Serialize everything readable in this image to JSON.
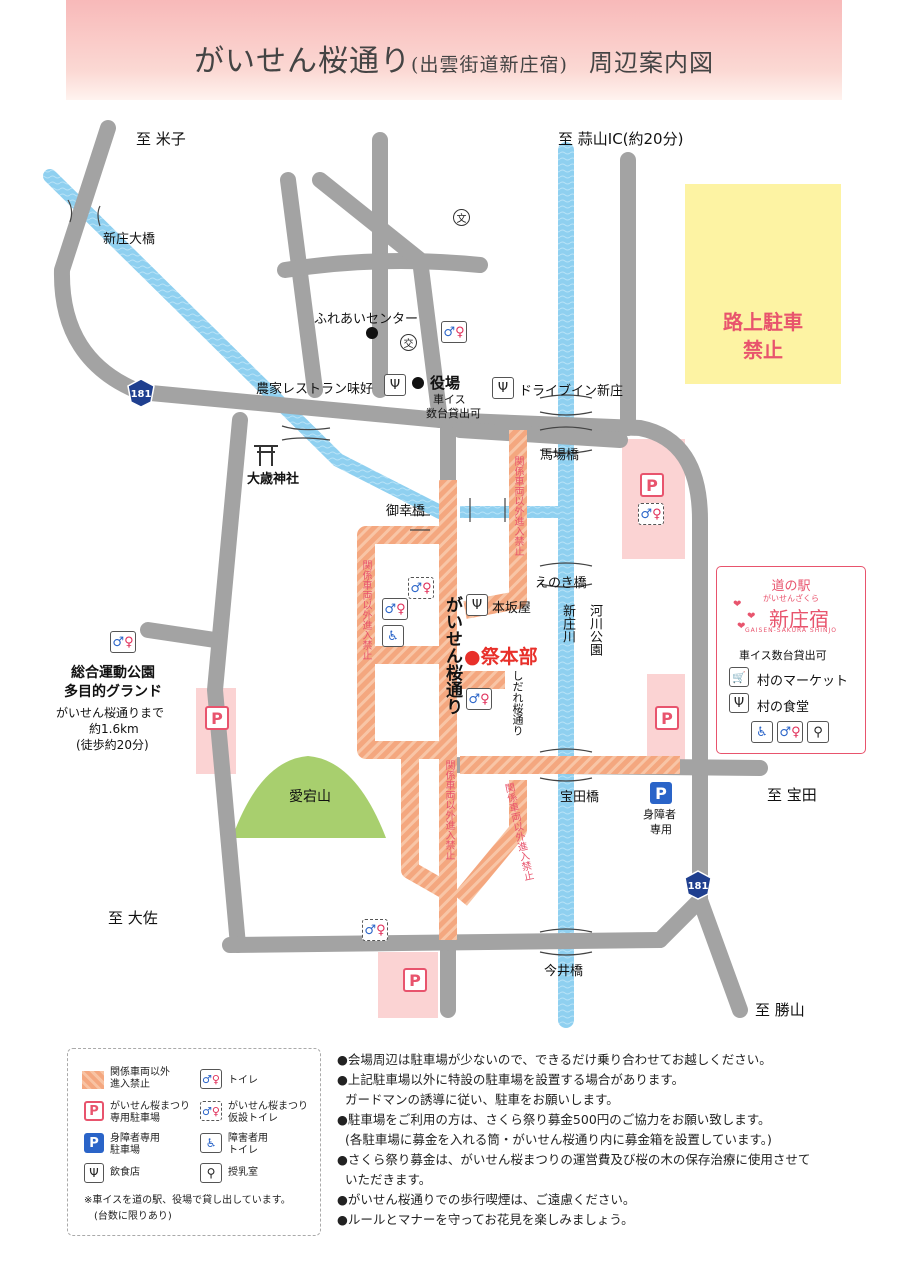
{
  "header": {
    "title_main": "がいせん桜通り",
    "title_sub": "(出雲街道新庄宿)",
    "title_tail": "周辺案内図"
  },
  "directions": {
    "yonago": "至 米子",
    "hiruzen": "至 蒜山IC(約20分)",
    "takara": "至 宝田",
    "osa": "至 大佐",
    "katsuyama": "至 勝山"
  },
  "route_number": "181",
  "places": {
    "shinjo_ohashi": "新庄大橋",
    "fureai": "ふれあいセンター",
    "restaurant": "農家レストラン味好",
    "yakuba": "役場",
    "yakuba_note1": "車イス",
    "yakuba_note2": "数台貸出可",
    "drive_in": "ドライブイン新庄",
    "shrine": "大歳神社",
    "gokobashi": "御幸橋",
    "babahashi": "馬場橋",
    "enokibashi": "えのき橋",
    "shinjogawa": "新庄川",
    "kasen_koen": "河川公園",
    "honsakaya": "本坂屋",
    "main_street": "がいせん桜通り",
    "shidare": "しだれ桜通り",
    "festival_hq": "●祭本部",
    "sports_park_1": "総合運動公園",
    "sports_park_2": "多目的グランド",
    "distance_1": "がいせん桜通りまで",
    "distance_2": "約1.6km",
    "distance_3": "(徒歩約20分)",
    "atagoyama": "愛宕山",
    "takarabashi": "宝田橋",
    "disabled_parking_1": "身障者",
    "disabled_parking_2": "専用",
    "imaibashi": "今井橋",
    "school_mark": "文",
    "police_mark": "交"
  },
  "restricted_label": "関係車両以外進入禁止",
  "no_parking": {
    "line1": "路上駐車",
    "line2": "禁止"
  },
  "station": {
    "name_prefix": "道の駅",
    "kana": "がいせんざくら",
    "name": "新庄宿",
    "roman": "GAISEN-SAKURA SHINJO",
    "note": "車イス数台貸出可",
    "market": "村のマーケット",
    "cafeteria": "村の食堂"
  },
  "legend": {
    "restricted_1": "関係車両以外",
    "restricted_2": "進入禁止",
    "toilet": "トイレ",
    "festival_parking_1": "がいせん桜まつり",
    "festival_parking_2": "専用駐車場",
    "temp_toilet_1": "がいせん桜まつり",
    "temp_toilet_2": "仮設トイレ",
    "disabled_parking_1": "身障者専用",
    "disabled_parking_2": "駐車場",
    "accessible_toilet_1": "障害者用",
    "accessible_toilet_2": "トイレ",
    "food": "飲食店",
    "nursing": "授乳室",
    "footnote_1": "※車イスを道の駅、役場で貸し出しています。",
    "footnote_2": "(台数に限りあり)"
  },
  "notes": [
    "●会場周辺は駐車場が少ないので、できるだけ乗り合わせてお越しください。",
    "●上記駐車場以外に特設の駐車場を設置する場合があります。",
    "  ガードマンの誘導に従い、駐車をお願いします。",
    "●駐車場をご利用の方は、さくら祭り募金500円のご協力をお願い致します。",
    "  (各駐車場に募金を入れる筒・がいせん桜通り内に募金箱を設置しています。)",
    "●さくら祭り募金は、がいせん桜まつりの運営費及び桜の木の保存治療に使用させて",
    "  いただきます。",
    "●がいせん桜通りでの歩行喫煙は、ご遠慮ください。",
    "●ルールとマナーを守ってお花見を楽しみましょう。"
  ],
  "icons": {
    "toilet": "toilet-icon",
    "food": "fork-knife-icon",
    "parking": "parking-icon",
    "disabled": "wheelchair-icon",
    "cart": "cart-icon",
    "nursing": "baby-bottle-icon",
    "shrine": "torii-icon",
    "no_car": "no-car-icon"
  },
  "colors": {
    "road": "#a3a3a3",
    "river": "#8fd0f0",
    "restricted": "#f4a77f",
    "parking_area": "#fbd3d3",
    "park": "#a8cf6e",
    "accent": "#e8546d",
    "no_parking_bg": "#fdf3a3",
    "title_bg": "#f8b9b9"
  }
}
